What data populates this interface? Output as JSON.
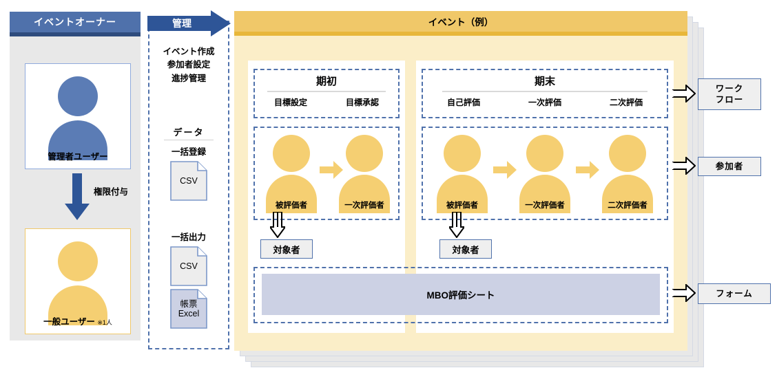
{
  "owner_panel": {
    "header": "イベントオーナー",
    "admin_user": {
      "label": "管理者ユーザー"
    },
    "general_user": {
      "label": "一般ユーザー",
      "note": "※1人"
    },
    "permission_arrow_label": "権限付与"
  },
  "management_panel": {
    "arrow_label": "管理",
    "operations": [
      "イベント作成",
      "参加者設定",
      "進捗管理"
    ],
    "data_title": "データ",
    "bulk_import_label": "一括登録",
    "bulk_export_label": "一括出力",
    "documents": [
      {
        "id": "csv-import",
        "lines": [
          "CSV"
        ]
      },
      {
        "id": "csv-export",
        "lines": [
          "CSV"
        ]
      },
      {
        "id": "excel-report",
        "lines": [
          "帳票",
          "Excel"
        ]
      }
    ]
  },
  "event_panel": {
    "header": "イベント（例）",
    "phases": [
      {
        "id": "early",
        "title": "期初",
        "steps": [
          "目標設定",
          "目標承認"
        ]
      },
      {
        "id": "late",
        "title": "期末",
        "steps": [
          "自己評価",
          "一次評価",
          "二次評価"
        ]
      }
    ],
    "actors_early": [
      "被評価者",
      "一次評価者"
    ],
    "actors_late": [
      "被評価者",
      "一次評価者",
      "二次評価者"
    ],
    "target_label_early": "対象者",
    "target_label_late": "対象者",
    "sheet_label": "MBO評価シート"
  },
  "outputs": [
    {
      "id": "workflow",
      "line1": "ワーク",
      "line2": "フロー"
    },
    {
      "id": "member",
      "line1": "参加者",
      "line2": ""
    },
    {
      "id": "form",
      "line1": "フォーム",
      "line2": ""
    }
  ],
  "colors": {
    "owner_header_blue": "#4f71ab",
    "owner_header_strip": "#2e4c7d",
    "event_header_yellow": "#f0c869",
    "event_header_strip": "#e8b73a",
    "event_bg": "#fbeec8",
    "person_blue": "#5b7cb5",
    "person_yellow": "#f5cf72",
    "dashed_blue": "#4f71ab",
    "sheet_lavender": "#ccd1e4",
    "panel_grey": "#e8e8e8"
  }
}
